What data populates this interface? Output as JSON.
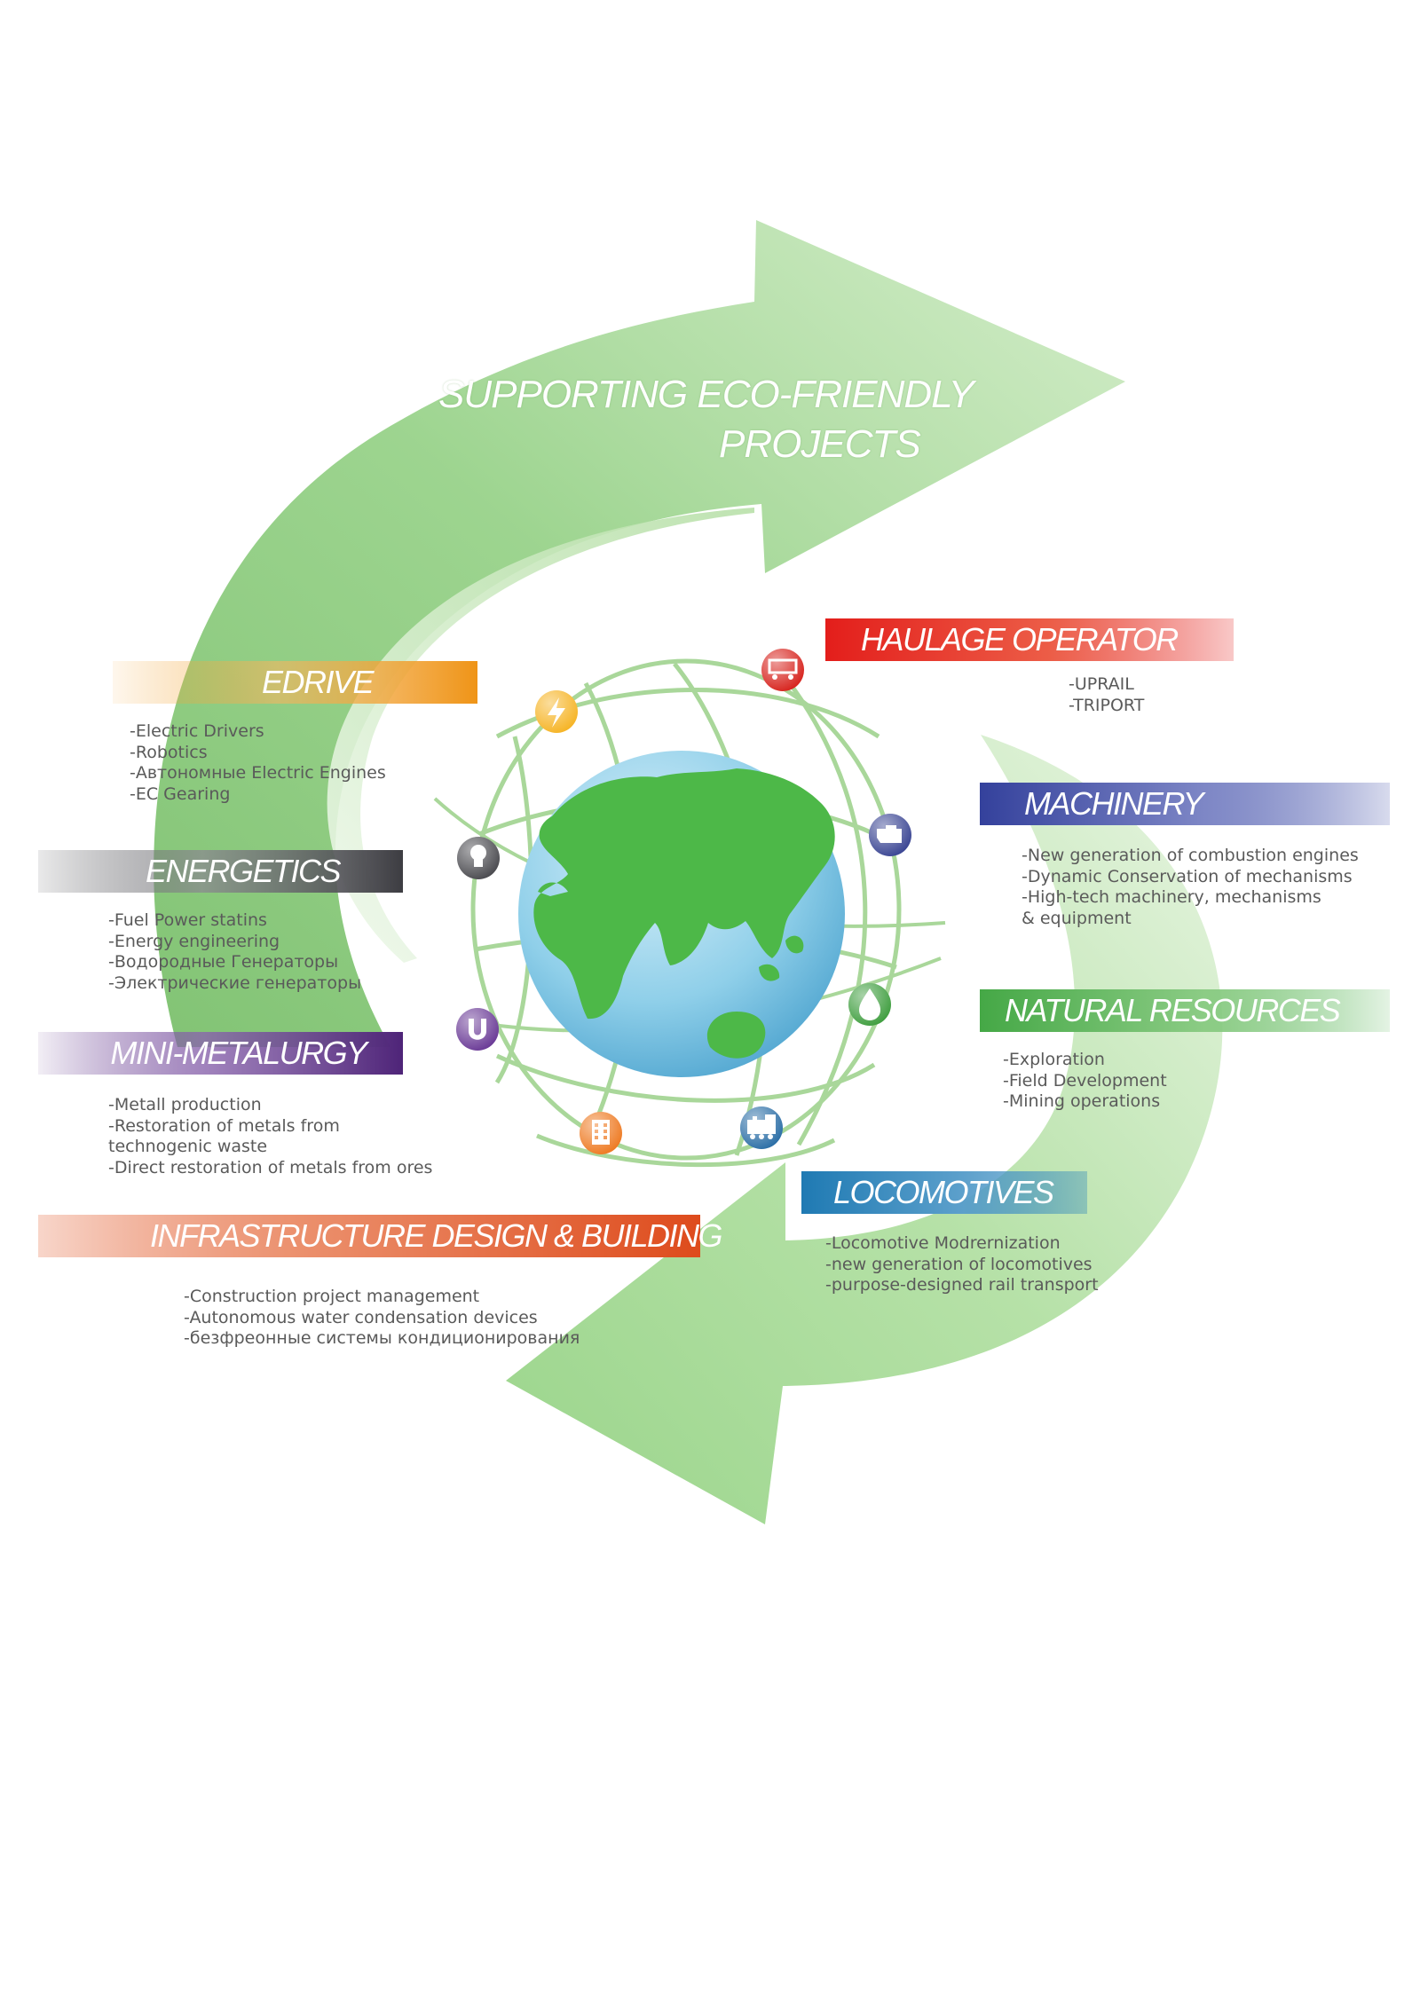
{
  "headline": {
    "line1": "SUPPORTING ECO-FRIENDLY",
    "line2": "PROJECTS"
  },
  "colors": {
    "arrow_green": "#8cc97a",
    "globe_lines": "#a9d79a",
    "land": "#4db848",
    "ocean": "#7fc6e4",
    "edrive": "#f19a1c",
    "energetics": "#4a4a4f",
    "mini_metalurgy": "#5b2e86",
    "infrastructure": "#e2592a",
    "haulage": "#e52421",
    "machinery": "#3b4aa6",
    "natural_resources": "#4bb04a",
    "locomotives": "#2a83ba"
  },
  "sections": {
    "edrive": {
      "title": "EDRIVE",
      "items": [
        "-Electric Drivers",
        "-Robotics",
        "-Автономные Electric Engines",
        "-EC Gearing"
      ]
    },
    "energetics": {
      "title": "ENERGETICS",
      "items": [
        "-Fuel Power statins",
        "-Energy engineering",
        "-Водородные Генераторы",
        "-Электрические генераторы"
      ]
    },
    "mini_metalurgy": {
      "title": "MINI-METALURGY",
      "items": [
        "-Metall production",
        "-Restoration of metals from",
        " technogenic waste",
        "-Direct restoration of metals from ores"
      ]
    },
    "infrastructure": {
      "title": "INFRASTRUCTURE DESIGN & BUILDING",
      "items": [
        "-Construction project management",
        "-Autonomous water condensation devices",
        "-безфреонные системы кондиционирования"
      ]
    },
    "haulage": {
      "title": "HAULAGE OPERATOR",
      "items": [
        "-UPRAIL",
        "-TRIPORT"
      ]
    },
    "machinery": {
      "title": "MACHINERY",
      "items": [
        "-New generation of combustion engines",
        "-Dynamic Conservation of mechanisms",
        "-High-tech machinery, mechanisms",
        " & equipment"
      ]
    },
    "natural_resources": {
      "title": "NATURAL RESOURCES",
      "items": [
        "-Exploration",
        "-Field Development",
        "-Mining operations"
      ]
    },
    "locomotives": {
      "title": "LOCOMOTIVES",
      "items": [
        "-Locomotive Modrernization",
        "-new generation of locomotives",
        "-purpose-designed rail transport"
      ]
    }
  },
  "icons": {
    "edrive": "lightning-icon",
    "energetics": "light-bulb-icon",
    "mini_metalurgy": "magnet-icon",
    "infrastructure": "building-icon",
    "haulage": "rail-wagon-icon",
    "machinery": "engine-icon",
    "natural_resources": "oil-drop-icon",
    "locomotives": "locomotive-icon"
  }
}
